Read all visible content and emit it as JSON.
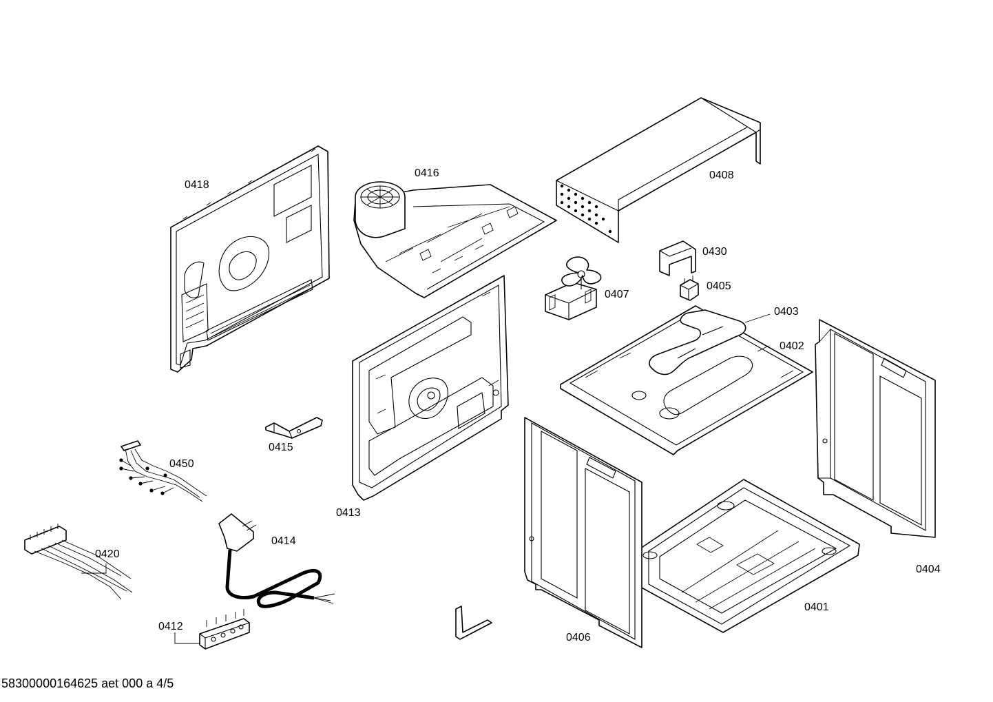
{
  "parts": [
    {
      "id": "0418"
    },
    {
      "id": "0416"
    },
    {
      "id": "0408"
    },
    {
      "id": "0430"
    },
    {
      "id": "0405"
    },
    {
      "id": "0407"
    },
    {
      "id": "0403"
    },
    {
      "id": "0402"
    },
    {
      "id": "0404"
    },
    {
      "id": "0401"
    },
    {
      "id": "0406"
    },
    {
      "id": "0413"
    },
    {
      "id": "0415"
    },
    {
      "id": "0450"
    },
    {
      "id": "0420"
    },
    {
      "id": "0414"
    },
    {
      "id": "0412"
    }
  ],
  "footer": {
    "text": "58300000164625 aet 000 a 4/5"
  }
}
